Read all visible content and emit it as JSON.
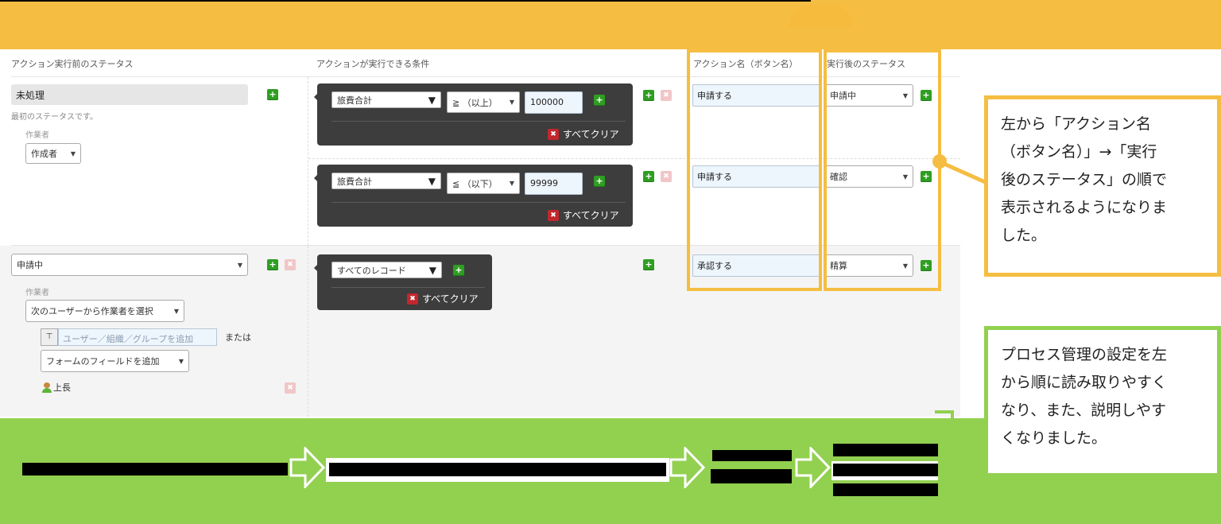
{
  "headers": {
    "pre_status": "アクション実行前のステータス",
    "conditions": "アクションが実行できる条件",
    "action_name": "アクション名（ボタン名）",
    "post_status": "実行後のステータス"
  },
  "rows": [
    {
      "status": "未処理",
      "status_hint": "最初のステータスです。",
      "assignee_label": "作業者",
      "assignee_select": "作成者",
      "actions": [
        {
          "condition_field": "旅費合計",
          "condition_operator": "≧ （以上）",
          "condition_value": "100000",
          "clear_label": "すべてクリア",
          "action_name": "申請する",
          "post_status": "申請中"
        },
        {
          "condition_field": "旅費合計",
          "condition_operator": "≦ （以下）",
          "condition_value": "99999",
          "clear_label": "すべてクリア",
          "action_name": "申請する",
          "post_status": "確認"
        }
      ]
    },
    {
      "status": "申請中",
      "assignee_label": "作業者",
      "assignee_select": "次のユーザーから作業者を選択",
      "user_input_placeholder": "ユーザー／組織／グループを追加",
      "or_text": "または",
      "form_field_select": "フォームのフィールドを追加",
      "assignee_entry": "上長",
      "actions": [
        {
          "condition_field": "すべてのレコード",
          "clear_label": "すべてクリア",
          "action_name": "承認する",
          "post_status": "精算"
        }
      ]
    }
  ],
  "callouts": {
    "yellow": "左から「アクション名（ボタン名）」→「実行後のステータス」の順で表示されるようになりました。",
    "yellow_lines": [
      "左から「アクション名",
      "（ボタン名）」→「実行",
      "後のステータス」の順で",
      "表示されるようになりま",
      "した。"
    ],
    "green_lines": [
      "プロセス管理の設定を左",
      "から順に読み取りやすく",
      "なり、また、説明しやす",
      "くなりました。"
    ]
  },
  "icons": {
    "plus": "+",
    "remove": "✖",
    "caret": "▼",
    "org": "⊤"
  },
  "colors": {
    "yellow_accent": "#f5bd41",
    "green_accent": "#92d050",
    "panel_dark": "#3d3d3d",
    "plus_green": "#2f9e22",
    "remove_red": "#c1272d"
  }
}
